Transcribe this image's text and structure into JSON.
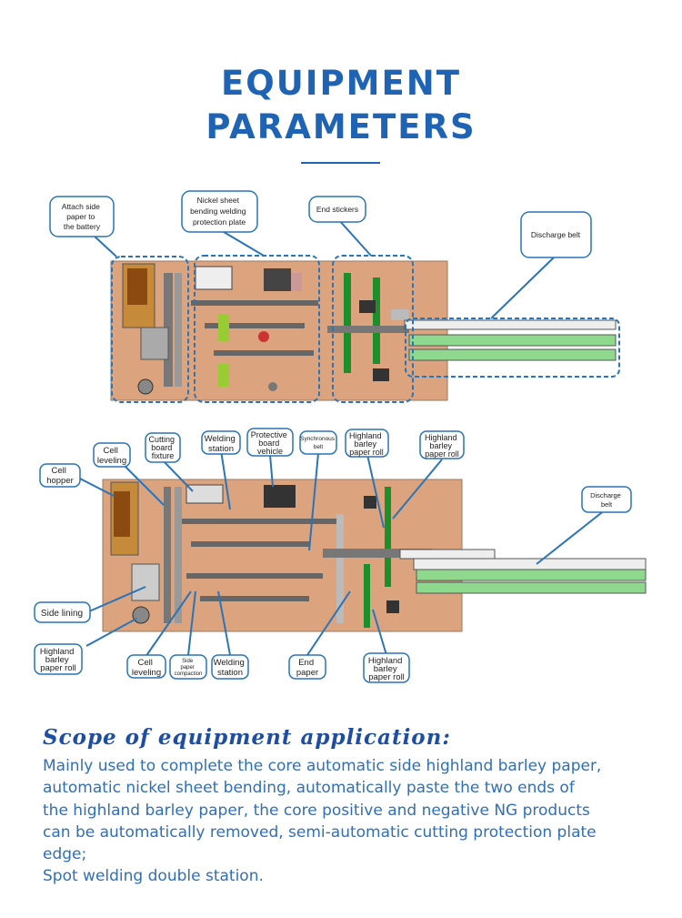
{
  "header": {
    "title_line1": "EQUIPMENT",
    "title_line2": "PARAMETERS"
  },
  "diagram_top": {
    "labels": {
      "attach": [
        "Attach side",
        "paper to",
        "the battery"
      ],
      "nickel": [
        "Nickel sheet",
        "bending welding",
        "protection plate"
      ],
      "end_stickers": [
        "End stickers"
      ],
      "discharge": [
        "Discharge belt"
      ]
    }
  },
  "diagram_bottom": {
    "labels": {
      "cell_hopper": [
        "Cell",
        "hopper"
      ],
      "cell_leveling_top": [
        "Cell",
        "leveling"
      ],
      "cutting": [
        "Cutting",
        "board",
        "fixture"
      ],
      "welding_top": [
        "Welding",
        "station"
      ],
      "protective": [
        "Protective",
        "board",
        "vehicle"
      ],
      "synchronous": [
        "Synchronous",
        "belt"
      ],
      "highland_a": [
        "Highland",
        "barley",
        "paper roll"
      ],
      "highland_b": [
        "Highland",
        "barley",
        "paper roll"
      ],
      "discharge": [
        "Discharge",
        "belt"
      ],
      "side_lining": [
        "Side lining"
      ],
      "highland_left": [
        "Highland",
        "barley",
        "paper roll"
      ],
      "cell_leveling_bottom": [
        "Cell",
        "leveling"
      ],
      "side_paper": [
        "Side",
        "paper",
        "compaction"
      ],
      "welding_bottom": [
        "Welding",
        "station"
      ],
      "end_paper": [
        "End",
        "paper"
      ],
      "highland_bottom": [
        "Highland",
        "barley",
        "paper roll"
      ]
    }
  },
  "scope": {
    "heading": "Scope of equipment application:",
    "lines": [
      "Mainly used to complete the core automatic side highland barley paper,",
      "automatic nickel sheet bending, automatically paste the two ends of",
      "the highland barley paper, the core positive and negative NG products",
      "can be automatically removed, semi-automatic cutting protection plate",
      "edge;",
      "Spot welding double station."
    ]
  },
  "colors": {
    "accent": "#1e63b4",
    "panel": "#dba37e",
    "belt": "#8fd98f",
    "dashed": "#2a74b8"
  }
}
